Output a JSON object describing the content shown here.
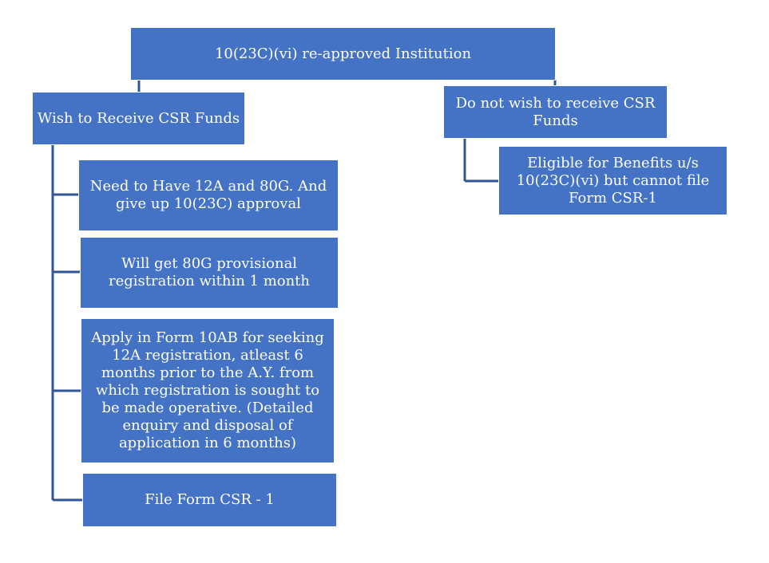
{
  "diagram": {
    "root": {
      "label": "10(23C)(vi) re-approved Institution"
    },
    "left_branch": {
      "label": "Wish to Receive CSR Funds",
      "children": [
        {
          "label": "Need to Have 12A and 80G. And give up 10(23C) approval"
        },
        {
          "label": "Will get 80G provisional registration within 1 month"
        },
        {
          "label": "Apply in Form 10AB for seeking 12A registration, atleast 6 months prior to the A.Y. from which registration is sought to be made operative. (Detailed enquiry and disposal of application in 6 months)"
        },
        {
          "label": "File Form CSR - 1"
        }
      ]
    },
    "right_branch": {
      "label": "Do not wish to receive CSR Funds",
      "children": [
        {
          "label": "Eligible for Benefits u/s 10(23C)(vi) but cannot file Form CSR-1"
        }
      ]
    }
  },
  "colors": {
    "box_fill": "#4472c4",
    "connector": "#2f5597",
    "text": "#ffffff"
  }
}
